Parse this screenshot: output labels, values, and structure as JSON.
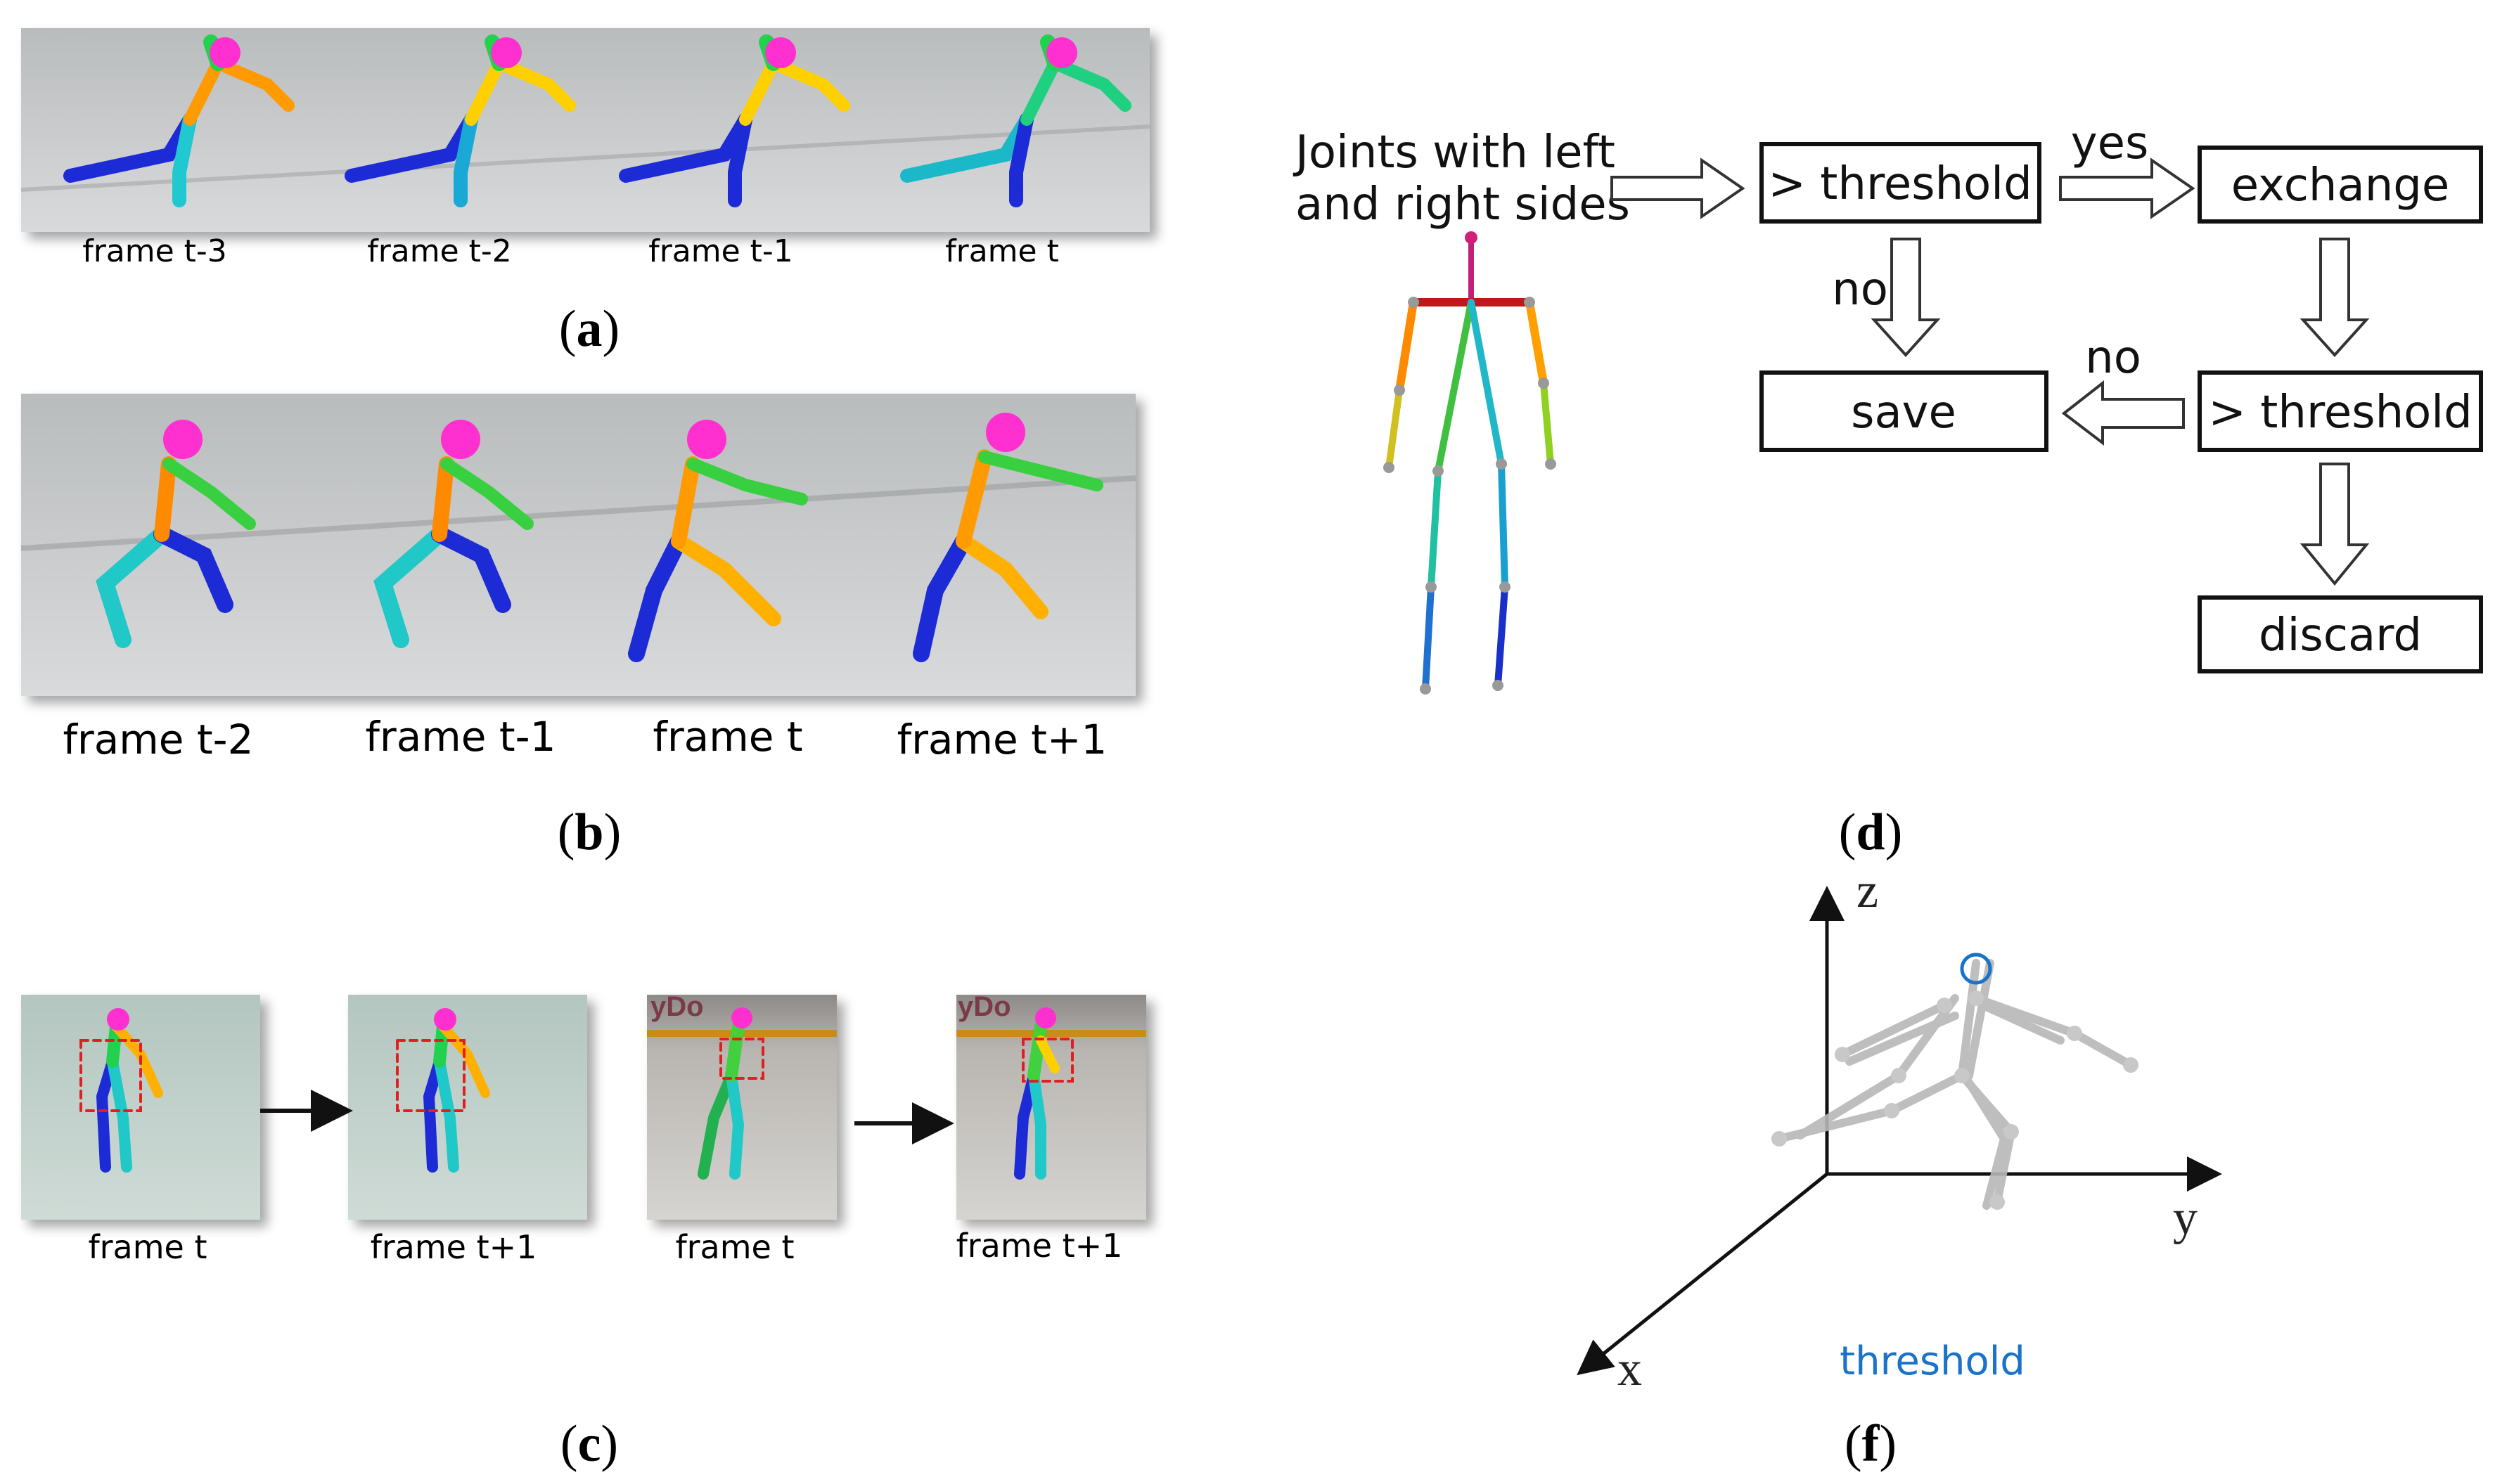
{
  "panel_a": {
    "letter": "a",
    "frames": [
      "frame t-3",
      "frame t-2",
      "frame t-1",
      "frame t"
    ]
  },
  "panel_b": {
    "letter": "b",
    "frames": [
      "frame t-2",
      "frame t-1",
      "frame t",
      "frame t+1"
    ]
  },
  "panel_c": {
    "letter": "c",
    "frames": [
      "frame t",
      "frame t+1",
      "frame t",
      "frame t+1"
    ],
    "rink_text": "yDo"
  },
  "panel_d": {
    "letter": "d",
    "input_text_line1": "Joints with left",
    "input_text_line2": "and right sides",
    "box_threshold_1": "> threshold",
    "box_exchange": "exchange",
    "box_save": "save",
    "box_threshold_2": "> threshold",
    "box_discard": "discard",
    "label_yes": "yes",
    "label_no_down": "no",
    "label_no_left": "no"
  },
  "panel_f": {
    "letter": "f",
    "axis_x": "x",
    "axis_y": "y",
    "axis_z": "z",
    "threshold_label": "threshold",
    "threshold_color": "#1a73c8"
  },
  "colors": {
    "joint_magenta": "#ff2fd0",
    "bbox_red": "#e02020"
  }
}
